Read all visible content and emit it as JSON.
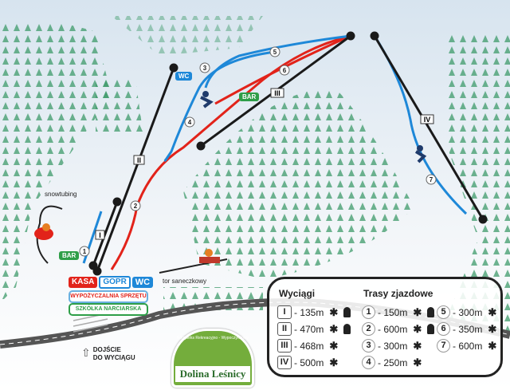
{
  "lifts": [
    {
      "id": "I",
      "length": "- 135m",
      "lit": true
    },
    {
      "id": "II",
      "length": "- 470m",
      "lit": true
    },
    {
      "id": "III",
      "length": "- 468m",
      "lit": false
    },
    {
      "id": "IV",
      "length": "- 500m",
      "lit": false
    }
  ],
  "runs": [
    {
      "id": "1",
      "length": "- 150m",
      "lit": true
    },
    {
      "id": "2",
      "length": "- 600m",
      "lit": true
    },
    {
      "id": "3",
      "length": "- 300m",
      "lit": false
    },
    {
      "id": "4",
      "length": "- 250m",
      "lit": false
    },
    {
      "id": "5",
      "length": "- 300m",
      "lit": false
    },
    {
      "id": "6",
      "length": "- 350m",
      "lit": false
    },
    {
      "id": "7",
      "length": "- 600m",
      "lit": false
    }
  ],
  "legend": {
    "lifts_title": "Wyciągi",
    "runs_title": "Trasy zjazdowe",
    "snow_icon": "✱"
  },
  "labels": {
    "wc_top": "WC",
    "bar_top": "BAR",
    "bar_left": "BAR",
    "snowtubing": "snowtubing",
    "sled": "tor saneczkowy",
    "kasa": "KASA",
    "gopr": "GOPR",
    "wc": "WC",
    "rental": "WYPOŻYCZALNIA SPRZĘTU",
    "school": "SZKÓŁKA NARCIARSKA",
    "access_1": "DOJŚCIE",
    "access_2": "DO WYCIĄGU"
  },
  "logo": {
    "name": "Dolina Leśnicy",
    "subtitle": "Kompleks Rekreacyjno - Wypoczynkowy"
  },
  "colors": {
    "red": "#e2231a",
    "blue": "#1e88d8",
    "green": "#2e9e48",
    "lift": "#1a1a1a"
  }
}
